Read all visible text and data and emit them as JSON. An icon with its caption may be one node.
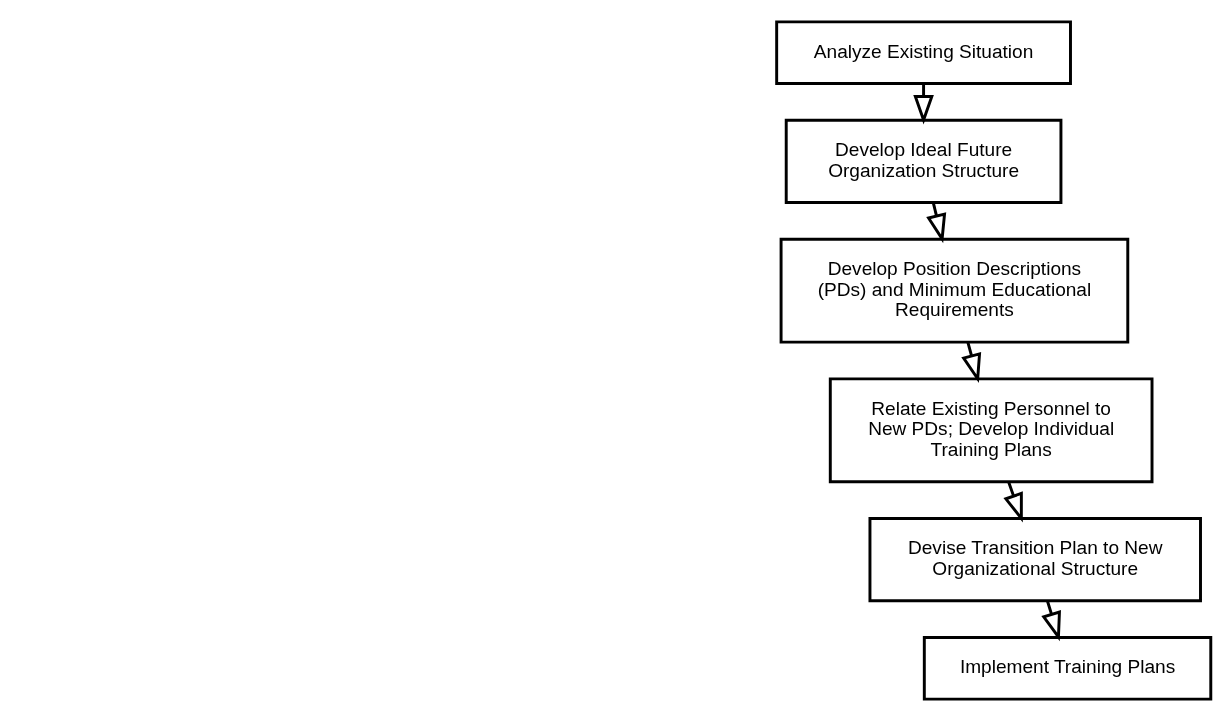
{
  "diagram": {
    "nodes": [
      {
        "text": [
          "Analyze Existing Situation"
        ]
      },
      {
        "text": [
          "Develop Ideal Future Organization Structure"
        ]
      },
      {
        "text": [
          "Develop Position Descriptions (PDs) and Minimum Educational Requirements"
        ]
      },
      {
        "text": [
          "Relate Existing Personnel to New PDs; Develop Individual Training Plans"
        ]
      },
      {
        "text": [
          "Devise Transition Plan to New Organizational Structure"
        ]
      },
      {
        "text": [
          "Implement Training Plans"
        ]
      }
    ],
    "edges": [
      {
        "from": 0,
        "to": 1,
        "arrow": "to"
      },
      {
        "from": 1,
        "to": 2,
        "arrow": "to"
      },
      {
        "from": 2,
        "to": 3,
        "arrow": "to"
      },
      {
        "from": 3,
        "to": 4,
        "arrow": "to"
      },
      {
        "from": 4,
        "to": 5,
        "arrow": "to"
      }
    ]
  }
}
